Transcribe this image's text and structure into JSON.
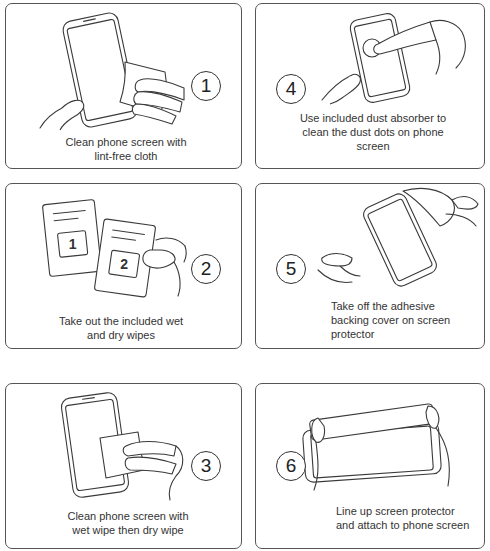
{
  "diagram": {
    "nodes": [
      {
        "text": [
          "Clean phone screen with lint-free cloth"
        ]
      },
      {
        "text": [
          "1"
        ],
        "in": 0
      },
      {
        "text": [
          "Use included dust absorber to clean the dust dots on phone screen"
        ]
      },
      {
        "text": [
          "4"
        ],
        "in": 2
      },
      {
        "text": [
          "Take out the included wet and dry wipes"
        ]
      },
      {
        "text": [
          "2"
        ],
        "in": 4
      },
      {
        "text": [
          "Take off the adhesive backing cover on screen protector"
        ]
      },
      {
        "text": [
          "5"
        ],
        "in": 6
      },
      {
        "text": [
          "Clean phone screen with wet wipe then dry wipe"
        ]
      },
      {
        "text": [
          "3"
        ],
        "in": 8
      },
      {
        "text": [
          "Line up screen protector and attach to phone screen"
        ]
      },
      {
        "text": [
          "6"
        ],
        "in": 10
      }
    ],
    "labels": [
      "1",
      "2"
    ]
  }
}
